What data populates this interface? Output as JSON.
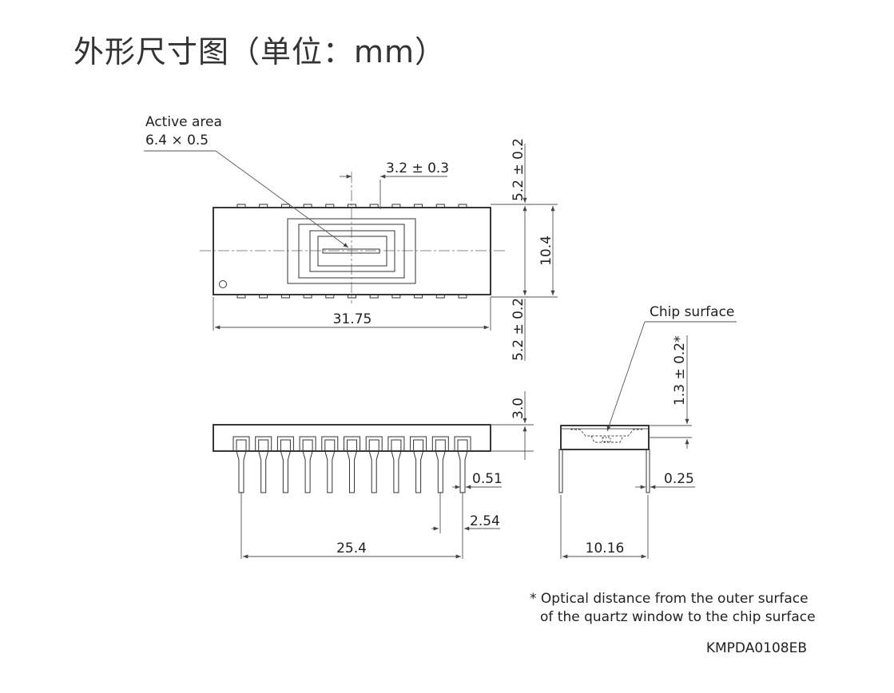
{
  "title": "外形尺寸图（单位：mm）",
  "labels": {
    "active_area_line1": "Active area",
    "active_area_line2": "6.4 × 0.5",
    "window_offset": "3.2 ± 0.3",
    "top_pin_height": "5.2 ± 0.2",
    "bottom_pin_height": "5.2 ± 0.2",
    "body_width": "10.4",
    "body_length": "31.75",
    "chip_surface": "Chip surface",
    "optical_distance": "1.3 ± 0.2*",
    "package_height": "3.0",
    "pin_width": "0.51",
    "pin_pitch": "2.54",
    "pin_span": "25.4",
    "lead_thickness": "0.25",
    "row_spacing": "10.16"
  },
  "footnote": {
    "line1": "* Optical distance from the outer surface",
    "line2": "of the quartz window to the chip surface"
  },
  "doc_code": "KMPDA0108EB"
}
